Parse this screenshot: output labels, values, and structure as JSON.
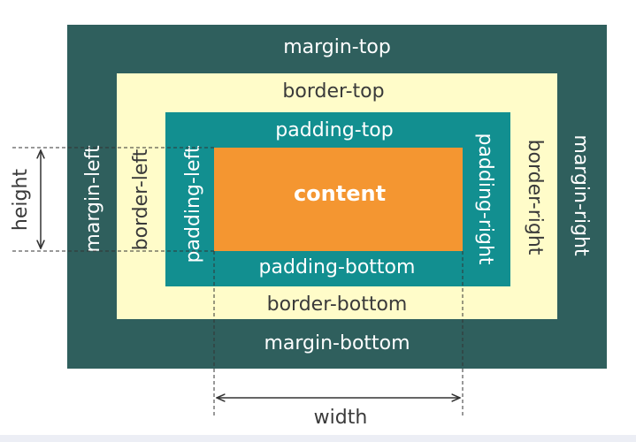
{
  "labels": {
    "margin_top": "margin-top",
    "margin_bottom": "margin-bottom",
    "margin_left": "margin-left",
    "margin_right": "margin-right",
    "border_top": "border-top",
    "border_bottom": "border-bottom",
    "border_left": "border-left",
    "border_right": "border-right",
    "padding_top": "padding-top",
    "padding_bottom": "padding-bottom",
    "padding_left": "padding-left",
    "padding_right": "padding-right",
    "content": "content",
    "height": "height",
    "width": "width"
  },
  "colors": {
    "margin": "#2f5f5d",
    "border": "#fffcc9",
    "padding": "#128f90",
    "content": "#f49631",
    "guide": "#333333"
  }
}
